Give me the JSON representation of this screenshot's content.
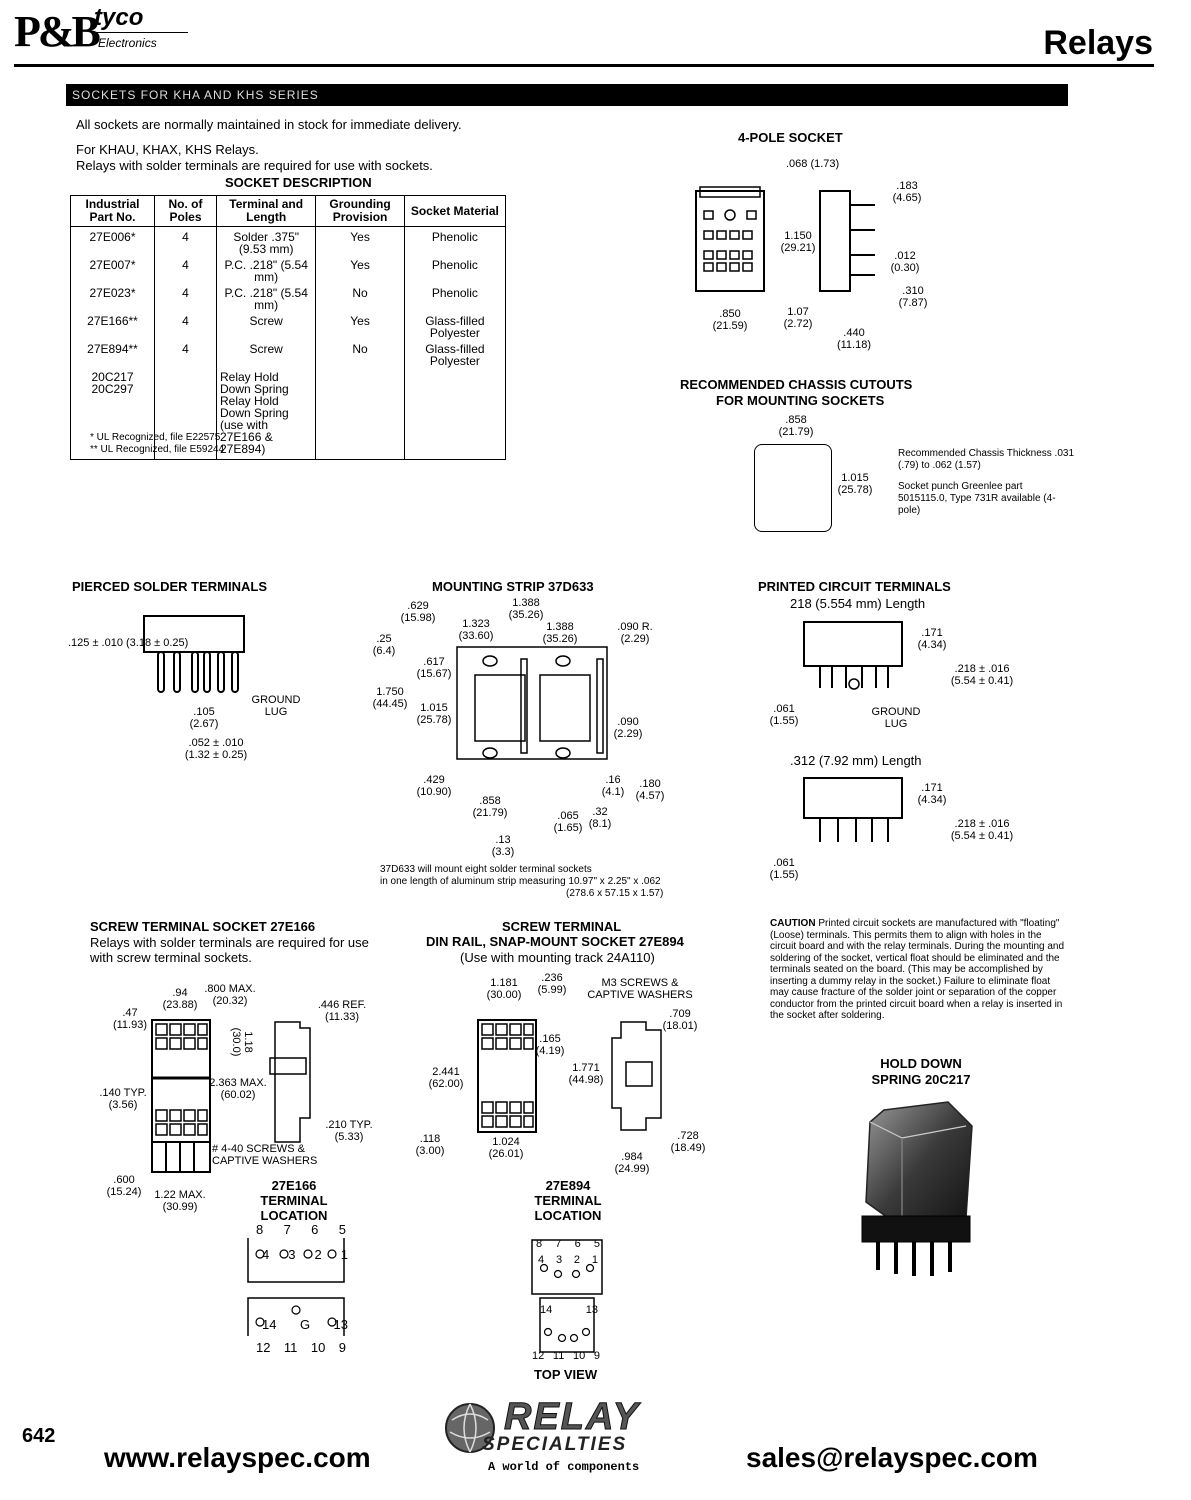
{
  "header": {
    "logo_pb": "P&B",
    "logo_brand": "tyco",
    "logo_sub": "Electronics",
    "category": "Relays"
  },
  "section_title": "SOCKETS FOR KHA AND KHS SERIES",
  "intro": {
    "line1": "All sockets are normally maintained in stock for immediate delivery.",
    "line2": "For KHAU, KHAX, KHS Relays.",
    "line3": "Relays with solder terminals are required for use with sockets."
  },
  "socket_table": {
    "title": "SOCKET DESCRIPTION",
    "headers": [
      "Industrial Part No.",
      "No. of Poles",
      "Terminal and Length",
      "Grounding Provision",
      "Socket Material"
    ],
    "rows": [
      [
        "27E006*",
        "4",
        "Solder .375\" (9.53 mm)",
        "Yes",
        "Phenolic"
      ],
      [
        "27E007*",
        "4",
        "P.C. .218\" (5.54 mm)",
        "Yes",
        "Phenolic"
      ],
      [
        "27E023*",
        "4",
        "P.C. .218\" (5.54 mm)",
        "No",
        "Phenolic"
      ],
      [
        "27E166**",
        "4",
        "Screw",
        "Yes",
        "Glass-filled Polyester"
      ],
      [
        "27E894**",
        "4",
        "Screw",
        "No",
        "Glass-filled Polyester"
      ],
      [
        "20C217",
        "",
        "Relay Hold Down Spring",
        "",
        ""
      ],
      [
        "20C297",
        "",
        "Relay Hold Down Spring (use with 27E166 & 27E894)",
        "",
        ""
      ]
    ],
    "note1": "* UL Recognized, file E22575",
    "note2": "** UL Recognized, file E59244"
  },
  "four_pole": {
    "title": "4-POLE SOCKET",
    "dims": [
      ".068 (1.73)",
      ".183 (4.65)",
      "1.150 (29.21)",
      ".012 (0.30)",
      ".310 (7.87)",
      ".850 (21.59)",
      "1.07 (2.72)",
      ".440 (11.18)"
    ]
  },
  "chassis": {
    "title1": "RECOMMENDED CHASSIS CUTOUTS",
    "title2": "FOR MOUNTING SOCKETS",
    "dim_w": ".858 (21.79)",
    "dim_h": "1.015 (25.78)",
    "note1": "Recommended Chassis Thickness .031 (.79) to .062 (1.57)",
    "note2": "Socket punch Greenlee part 5015115.0, Type 731R available (4-pole)"
  },
  "pierced": {
    "title": "PIERCED SOLDER TERMINALS",
    "dims": [
      ".125 ± .010 (3.18 ± 0.25)",
      "GROUND LUG",
      ".105 (2.67)",
      ".052 ± .010 (1.32 ± 0.25)"
    ]
  },
  "strip": {
    "title": "MOUNTING STRIP 37D633",
    "dims": [
      ".629 (15.98)",
      "1.388 (35.26)",
      "1.323 (33.60)",
      "1.388 (35.26)",
      ".090 R. (2.29)",
      ".25 (6.4)",
      ".617 (15.67)",
      "1.750 (44.45)",
      "1.015 (25.78)",
      ".090 (2.29)",
      ".429 (10.90)",
      ".16 (4.1)",
      ".180 (4.57)",
      ".858 (21.79)",
      ".065 (1.65)",
      ".32 (8.1)",
      ".13 (3.3)"
    ],
    "note1": "37D633 will mount eight solder terminal sockets",
    "note2": "in one length of aluminum strip measuring 10.97\" x 2.25\" x .062",
    "note3": "(278.6 x 57.15 x 1.57)"
  },
  "pcb": {
    "title": "PRINTED CIRCUIT TERMINALS",
    "len1": "218 (5.554 mm) Length",
    "len2": ".312 (7.92 mm) Length",
    "dims1": [
      ".171 (4.34)",
      ".218 ± .016 (5.54 ± 0.41)",
      ".061 (1.55)",
      "GROUND LUG"
    ],
    "dims2": [
      ".171 (4.34)",
      ".218 ± .016 (5.54 ± 0.41)",
      ".061 (1.55)"
    ]
  },
  "screw_socket": {
    "title": "SCREW TERMINAL SOCKET 27E166",
    "sub1": "Relays with solder terminals are required for use",
    "sub2": "with screw terminal sockets.",
    "dims": [
      ".94 (23.88)",
      ".800 MAX. (20.32)",
      ".446 REF. (11.33)",
      ".47 (11.93)",
      "1.18 (30.0)",
      "2.363 MAX. (60.02)",
      ".140 TYP. (3.56)",
      ".210 TYP. (5.33)",
      "# 4-40 SCREWS & CAPTIVE WASHERS",
      ".600 (15.24)",
      "1.22 MAX. (30.99)"
    ],
    "term_title": [
      "27E166",
      "TERMINAL",
      "LOCATION"
    ],
    "top_nums": [
      "8",
      "7",
      "6",
      "5"
    ],
    "mid_nums": [
      "4",
      "3",
      "2",
      "1"
    ],
    "low_nums": [
      "14",
      "G",
      "13"
    ],
    "bot_nums": [
      "12",
      "11",
      "10",
      "9"
    ]
  },
  "din_socket": {
    "title1": "SCREW TERMINAL",
    "title2": "DIN RAIL, SNAP-MOUNT SOCKET 27E894",
    "sub": "(Use with mounting track 24A110)",
    "dims": [
      "1.181 (30.00)",
      ".236 (5.99)",
      "M3 SCREWS & CAPTIVE WASHERS",
      ".709 (18.01)",
      ".165 (4.19)",
      "2.441 (62.00)",
      "1.771 (44.98)",
      ".118 (3.00)",
      "1.024 (26.01)",
      ".728 (18.49)",
      ".984 (24.99)"
    ],
    "term_title": [
      "27E894",
      "TERMINAL",
      "LOCATION"
    ],
    "top_nums": [
      "8",
      "7",
      "6",
      "5"
    ],
    "mid_nums": [
      "4",
      "3",
      "2",
      "1"
    ],
    "low_nums": [
      "14",
      "13"
    ],
    "bot_nums": [
      "12",
      "11",
      "10",
      "9"
    ],
    "view": "TOP VIEW"
  },
  "caution": {
    "label": "CAUTION",
    "text": "Printed circuit sockets are manufactured with \"floating\" (Loose) terminals. This permits them to align with holes in the circuit board and with the relay terminals. During the mounting and soldering of the socket, vertical float should be eliminated and the terminals seated on the board. (This may be accomplished by inserting a dummy relay in the socket.) Failure to eliminate float may cause fracture of the solder joint or separation of the copper conductor from the printed circuit board when a relay is inserted in the socket after soldering."
  },
  "hold_down": {
    "title1": "HOLD DOWN",
    "title2": "SPRING 20C217"
  },
  "footer": {
    "page": "642",
    "url": "www.relayspec.com",
    "email": "sales@relayspec.com",
    "logo_top": "RELAY",
    "logo_mid": "SPECIALTIES",
    "logo_tag": "A world of components"
  }
}
